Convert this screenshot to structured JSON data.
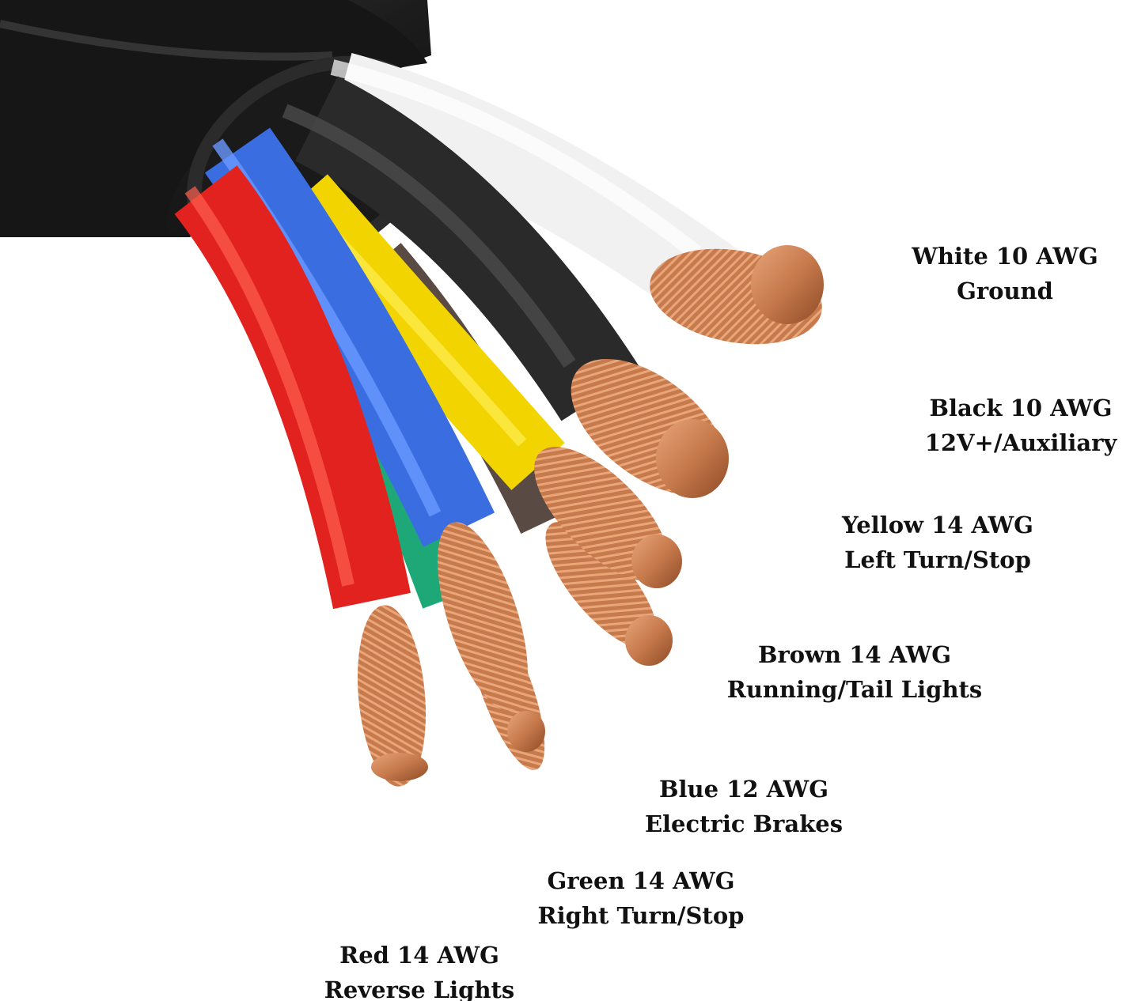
{
  "colors": {
    "white": "#f1f1f1",
    "black": "#2a2a2a",
    "yellow": "#f2d400",
    "brown": "#5a4a44",
    "blue": "#3a6ee0",
    "green": "#1fa877",
    "red": "#e2221f",
    "copper": "#c77a4c",
    "jacket": "#1f1f1f"
  },
  "wires": [
    {
      "color_key": "white",
      "line1": "White 10 AWG",
      "line2": "Ground"
    },
    {
      "color_key": "black",
      "line1": "Black 10 AWG",
      "line2": "12V+/Auxiliary"
    },
    {
      "color_key": "yellow",
      "line1": "Yellow 14 AWG",
      "line2": "Left Turn/Stop"
    },
    {
      "color_key": "brown",
      "line1": "Brown 14 AWG",
      "line2": "Running/Tail Lights"
    },
    {
      "color_key": "blue",
      "line1": "Blue 12 AWG",
      "line2": "Electric Brakes"
    },
    {
      "color_key": "green",
      "line1": "Green 14 AWG",
      "line2": "Right Turn/Stop"
    },
    {
      "color_key": "red",
      "line1": "Red 14 AWG",
      "line2": "Reverse Lights"
    }
  ]
}
